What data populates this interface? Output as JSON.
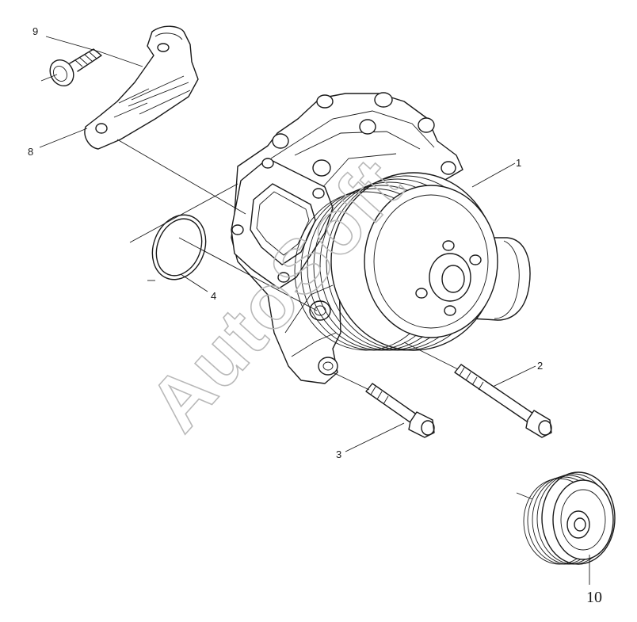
{
  "diagram": {
    "callouts": [
      {
        "id": "1",
        "label": "1"
      },
      {
        "id": "2",
        "label": "2"
      },
      {
        "id": "3",
        "label": "3"
      },
      {
        "id": "4",
        "label": "4"
      },
      {
        "id": "8",
        "label": "8"
      },
      {
        "id": "9",
        "label": "9"
      },
      {
        "id": "10",
        "label": "10"
      }
    ],
    "watermark": "AutoSoft",
    "colors": {
      "line": "#1a1a1a",
      "watermark": "#b9b9b9",
      "background": "#ffffff"
    }
  }
}
